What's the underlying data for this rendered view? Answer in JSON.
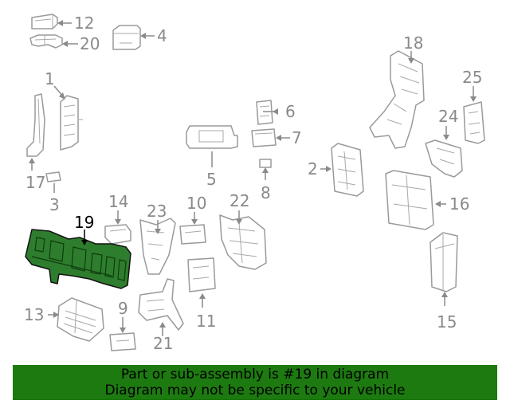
{
  "callouts": {
    "c1": "1",
    "c2": "2",
    "c3": "3",
    "c4": "4",
    "c5": "5",
    "c6": "6",
    "c7": "7",
    "c8": "8",
    "c9": "9",
    "c10": "10",
    "c11": "11",
    "c12": "12",
    "c13": "13",
    "c14": "14",
    "c15": "15",
    "c16": "16",
    "c17": "17",
    "c18": "18",
    "c19": "19",
    "c20": "20",
    "c21": "21",
    "c22": "22",
    "c23": "23",
    "c24": "24",
    "c25": "25"
  },
  "highlighted_part": "19",
  "colors": {
    "highlight": "#2e7d2e",
    "banner": "#1d7a10",
    "line": "#9a9a9a"
  },
  "banner": {
    "line1": "Part or sub-assembly is #19 in diagram",
    "line2": "Diagram may not be specific to your vehicle"
  }
}
